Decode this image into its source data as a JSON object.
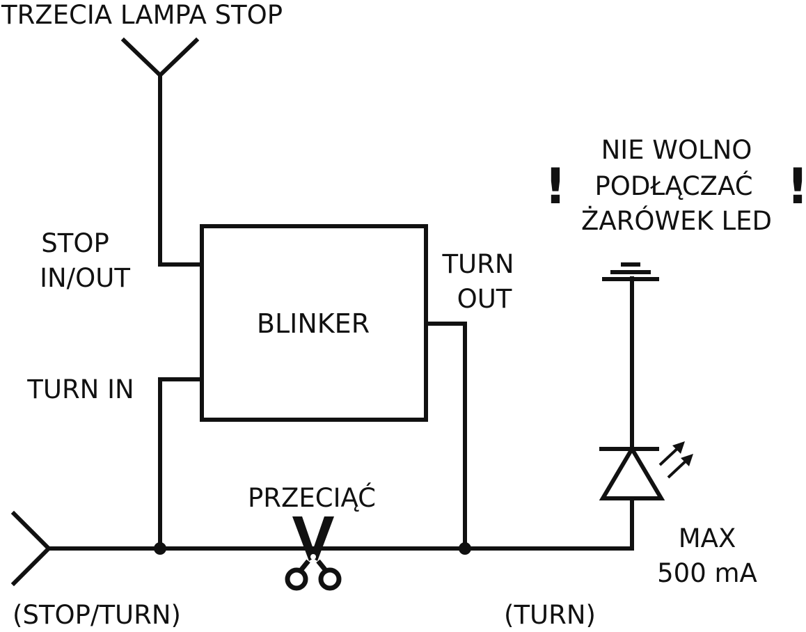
{
  "diagram": {
    "labels": {
      "third_brake_light": "TRZECIA LAMPA STOP",
      "stop_in_out_line1": "STOP",
      "stop_in_out_line2": "IN/OUT",
      "turn_in": "TURN IN",
      "blinker": "BLINKER",
      "turn_out_line1": "TURN",
      "turn_out_line2": "OUT",
      "cut": "PRZECIĄĆ",
      "stop_turn": "(STOP/TURN)",
      "turn": "(TURN)",
      "max_line1": "MAX",
      "max_line2": "500 mA",
      "warning_line1": "NIE WOLNO",
      "warning_line2": "PODŁĄCZAĆ",
      "warning_line3": "ŻARÓWEK LED",
      "exclamation_left": "!",
      "exclamation_right": "!"
    },
    "colors": {
      "line": "#111111",
      "background": "#ffffff"
    },
    "icons": [
      "scissors-icon",
      "led-diode-icon",
      "ground-icon",
      "connector-arrow-icon"
    ]
  }
}
